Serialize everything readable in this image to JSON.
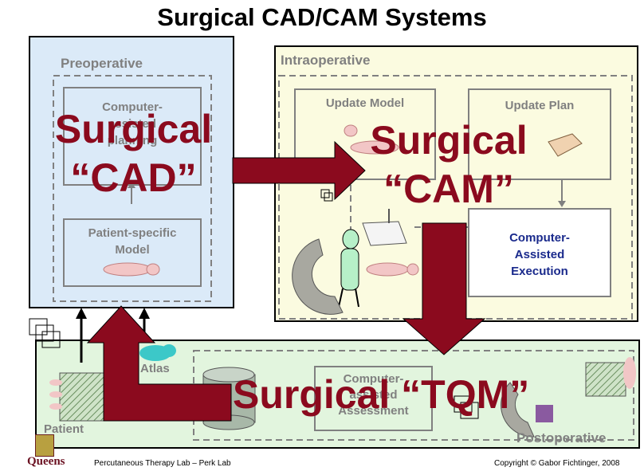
{
  "title": "Surgical CAD/CAM Systems",
  "panels": {
    "preoperative": "Preoperative",
    "intraoperative": "Intraoperative",
    "postoperative": "Postoperative"
  },
  "boxes": {
    "planning": [
      "Computer-",
      "assisted",
      "planning"
    ],
    "patient_model": [
      "Patient-specific",
      "Model"
    ],
    "update_model": "Update Model",
    "update_plan": "Update Plan",
    "execution": [
      "Computer-",
      "Assisted",
      "Execution"
    ],
    "assessment": [
      "Computer-",
      "assisted",
      "Assessment"
    ],
    "atlas": "Atlas",
    "patient": "Patient"
  },
  "overlay": {
    "cad": [
      "Surgical",
      "“CAD”"
    ],
    "cam": [
      "Surgical",
      "“CAM”"
    ],
    "tqm": "Surgical “TQM”"
  },
  "footer": {
    "logo": "Queens",
    "lab": "Percutaneous Therapy Lab – Perk Lab",
    "copyright": "Copyright © Gabor Fichtinger, 2008"
  },
  "colors": {
    "pre_bg": "#dbeaf8",
    "intra_bg": "#fbfbe0",
    "post_bg": "#e2f5de",
    "arrow": "#8b0a1e",
    "execution_text": "#1a2a8c"
  }
}
